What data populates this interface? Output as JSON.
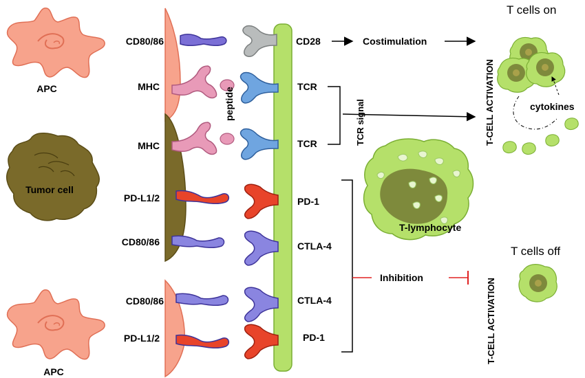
{
  "colors": {
    "apc": "#f7a38c",
    "apc_outline": "#e06f55",
    "tumor": "#7a6a2a",
    "tumor_outline": "#5a4c16",
    "tcell": "#b5e06a",
    "tcell_outline": "#7aae33",
    "nucleus": "#7e8a3c",
    "cd80": "#7b6fd6",
    "cd28": "#b9bcbc",
    "mhc": "#e89ab8",
    "tcr": "#6fa5e0",
    "pdl1": "#e8442a",
    "pd1": "#e8442a",
    "ctla4": "#8a85e0",
    "inhibition": "#e02020"
  },
  "cells": {
    "apc_top": "APC",
    "tumor": "Tumor cell",
    "apc_bottom": "APC",
    "t_lymphocyte": "T-lymphocyte",
    "peptide": "peptide"
  },
  "left_labels": [
    "CD80/86",
    "MHC",
    "MHC",
    "PD-L1/2",
    "CD80/86",
    "CD80/86",
    "PD-L1/2"
  ],
  "right_labels": [
    "CD28",
    "TCR",
    "TCR",
    "PD-1",
    "CTLA-4",
    "CTLA-4",
    "PD-1"
  ],
  "signals": {
    "costimulation": "Costimulation",
    "tcr_signal": "TCR signal",
    "inhibition": "Inhibition",
    "cytokines": "cytokines"
  },
  "outcomes": {
    "on_title": "T cells on",
    "on_axis": "T-CELL ACTIVATION",
    "off_title": "T cells off",
    "off_axis": "T-CELL ACTIVATION"
  }
}
